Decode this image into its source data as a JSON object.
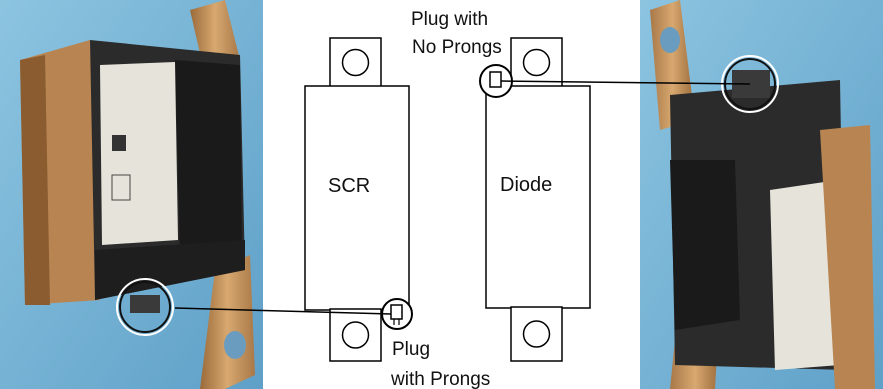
{
  "photos": {
    "left": {
      "description": "SCR module photo, plug with prongs at bottom"
    },
    "right": {
      "description": "Diode module photo, plug with no prongs at top"
    }
  },
  "diagram": {
    "scr_label": "SCR",
    "diode_label": "Diode",
    "plug_no_prongs_line1": "Plug with",
    "plug_no_prongs_line2": "No Prongs",
    "plug_prongs_line1": "Plug",
    "plug_prongs_line2": "with Prongs"
  },
  "colors": {
    "copper": "#c8935a",
    "module_body": "#2a2a2a",
    "label_sticker": "#e8e6dc",
    "background_blue": "#7fb8d8"
  }
}
